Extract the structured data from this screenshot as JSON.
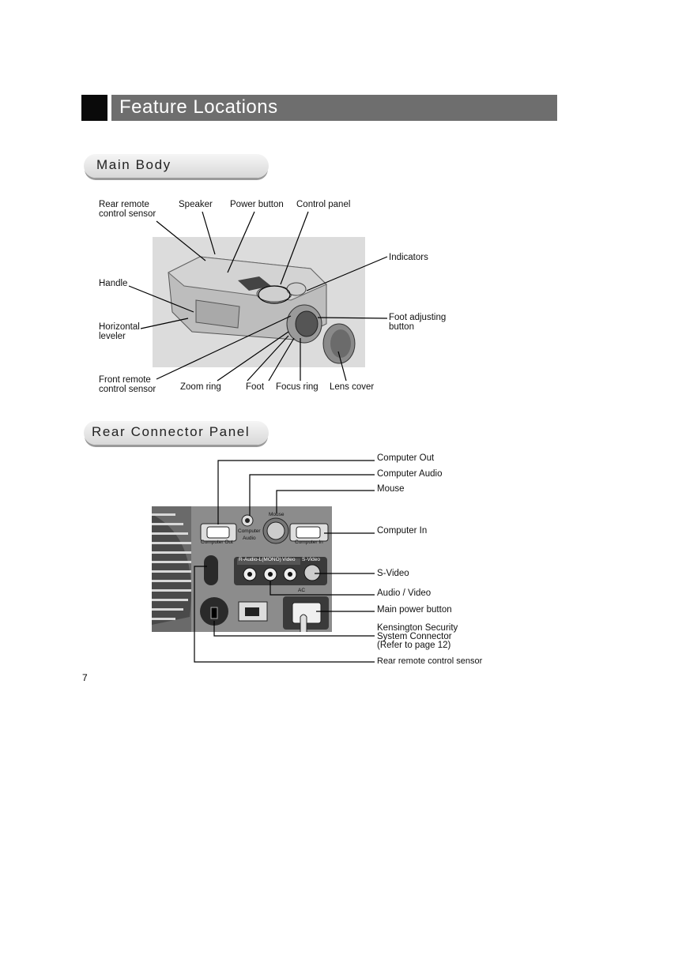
{
  "header": {
    "title": "Feature Locations"
  },
  "main_body": {
    "section_title": "Main Body",
    "labels": {
      "rear_remote": "Rear remote\ncontrol sensor",
      "speaker": "Speaker",
      "power_button": "Power button",
      "control_panel": "Control panel",
      "indicators": "Indicators",
      "handle": "Handle",
      "foot_adjusting": "Foot adjusting\nbutton",
      "horizontal_leveler": "Horizontal\nleveler",
      "front_remote": "Front remote\ncontrol sensor",
      "zoom_ring": "Zoom ring",
      "foot": "Foot",
      "focus_ring": "Focus ring",
      "lens_cover": "Lens cover"
    }
  },
  "rear_panel": {
    "section_title": "Rear Connector Panel",
    "labels": {
      "computer_out": "Computer Out",
      "computer_audio": "Computer Audio",
      "mouse": "Mouse",
      "computer_in": "Computer In",
      "s_video": "S-Video",
      "audio_video": "Audio / Video",
      "main_power": "Main power button",
      "kensington": "Kensington Security\nSystem Connector\n(Refer to page 12)",
      "rear_remote_sensor": "Rear remote control sensor"
    },
    "panel_text": {
      "mouse": "Mouse",
      "computer_audio": "Computer\nAudio",
      "computer_out": "Computer Out",
      "computer_in": "Computer In",
      "audio": "R-Audio-L(MONO)",
      "video": "Video",
      "s_video": "S-Video",
      "ac": "AC"
    }
  },
  "page_number": "7"
}
